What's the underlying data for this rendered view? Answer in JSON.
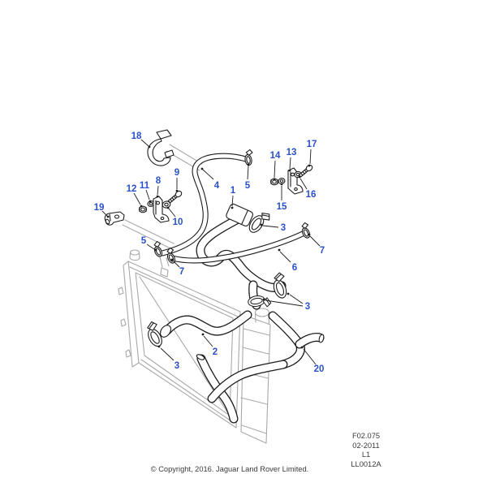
{
  "colors": {
    "callout_blue": "#2a50c8",
    "line_black": "#1c1c1c",
    "radiator_gray": "#a8a8a8",
    "meta_text": "#3a3a3a",
    "background": "#ffffff"
  },
  "callouts": {
    "c1": "1",
    "c2": "2",
    "c3_top": "3",
    "c3_mid": "3",
    "c3_bottom": "3",
    "c4": "4",
    "c5_top": "5",
    "c5_left": "5",
    "c6": "6",
    "c7_right": "7",
    "c7_left": "7",
    "c8": "8",
    "c9": "9",
    "c10": "10",
    "c11": "11",
    "c12": "12",
    "c13": "13",
    "c14": "14",
    "c15": "15",
    "c16": "16",
    "c17": "17",
    "c18": "18",
    "c19": "19",
    "c20": "20"
  },
  "footer": {
    "figure_code": "F02.075",
    "date_code": "02-2011",
    "level_code": "L1",
    "drawing_code": "LL0012A"
  },
  "copyright": "© Copyright, 2016. Jaguar Land Rover Limited."
}
